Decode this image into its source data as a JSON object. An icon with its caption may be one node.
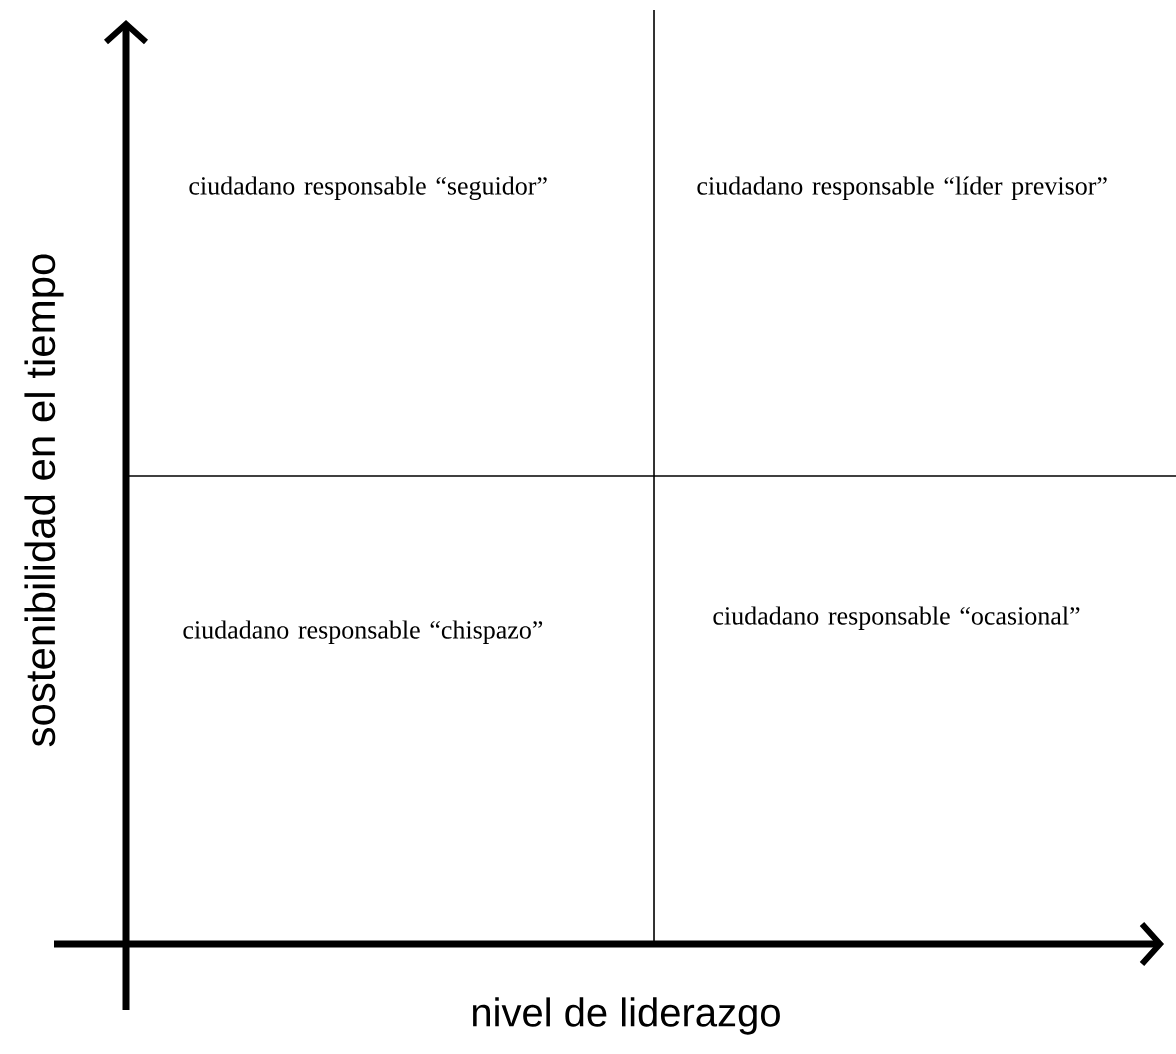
{
  "diagram": {
    "labels": [
      "ciudadano responsable “seguidor”",
      "ciudadano responsable “líder previsor”",
      "ciudadano responsable “chispazo”",
      "ciudadano responsable “ocasional”",
      "sostenibilidad en el tiempo",
      "nivel de liderazgo"
    ]
  }
}
